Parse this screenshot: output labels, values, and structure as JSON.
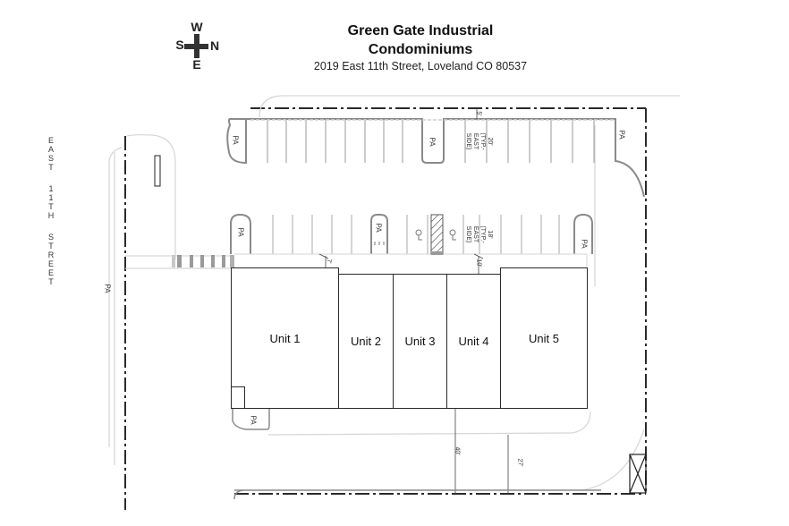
{
  "header": {
    "title_line1": "Green Gate Industrial",
    "title_line2": "Condominiums",
    "address": "2019 East 11th Street, Loveland CO 80537"
  },
  "compass": {
    "top": "W",
    "left": "S",
    "right": "N",
    "bottom": "E"
  },
  "street_label": "EAST 11TH STREET",
  "units": [
    {
      "label": "Unit 1"
    },
    {
      "label": "Unit 2"
    },
    {
      "label": "Unit 3"
    },
    {
      "label": "Unit 4"
    },
    {
      "label": "Unit 5"
    }
  ],
  "parking_area_label": "PA",
  "dimensions": {
    "top_row_setback": "5'",
    "top_row_stall_depth": "20'\n(TYP.-\nEAST\nSIDE)",
    "middle_row_stall_depth": "18'\n(TYP.-\nEAST\nSIDE)",
    "unit1_setback": "7'",
    "unit4_setback": "10'",
    "south_drive_width": "40'",
    "south_drive_width_2": "27'"
  },
  "colors": {
    "line_dark": "#2a2a2a",
    "line_gray": "#8a8a8a",
    "line_light": "#cfcfcf",
    "crosswalk": "#9a9a9a"
  }
}
